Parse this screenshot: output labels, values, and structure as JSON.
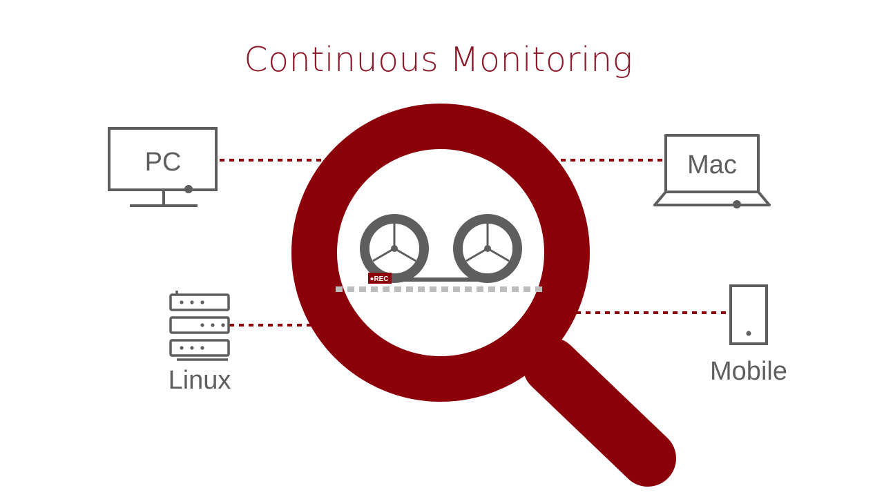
{
  "title": "Continuous Monitoring",
  "devices": {
    "pc": "PC",
    "mac": "Mac",
    "linux": "Linux",
    "mobile": "Mobile"
  },
  "recorder": {
    "badge": "REC"
  },
  "colors": {
    "accent": "#8b0009",
    "device_gray": "#5f5e5e",
    "tape_gray": "#bdbdbd",
    "title": "#8c1a2a"
  },
  "icons": [
    "desktop-monitor-icon",
    "laptop-icon",
    "server-rack-icon",
    "smartphone-icon",
    "magnifying-glass-icon",
    "tape-reel-icon"
  ]
}
